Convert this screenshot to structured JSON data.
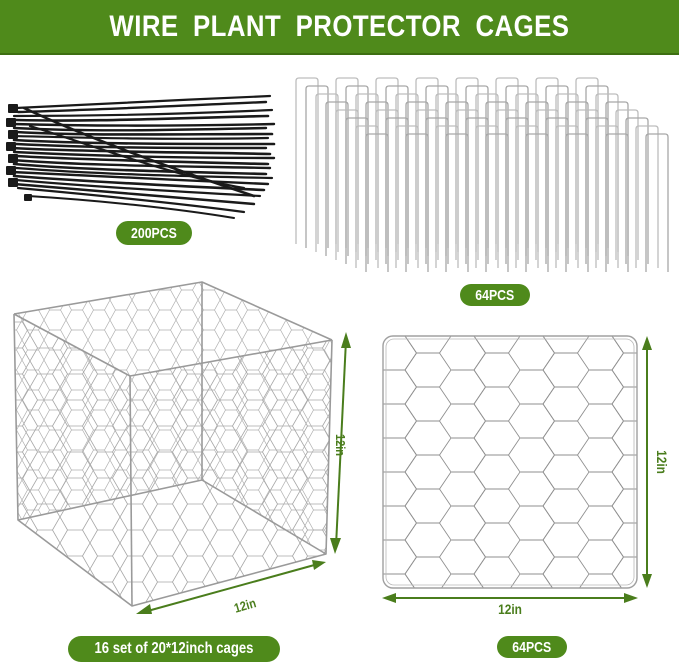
{
  "banner": {
    "title": "WIRE PLANT PROTECTOR CAGES",
    "background_color": "#4f8a1b",
    "text_color": "#ffffff"
  },
  "components": [
    {
      "id": "zip-ties",
      "item": "black cable zip ties",
      "icon": "zip-ties-icon",
      "quantity_label": "200PCS"
    },
    {
      "id": "garden-stakes",
      "item": "U-shaped garden stakes",
      "icon": "garden-stake-icon",
      "quantity_label": "64PCS"
    },
    {
      "id": "assembled-cage",
      "item": "assembled hexagonal wire cage",
      "icon": "wire-cage-icon",
      "width_label": "12in",
      "height_label": "12in",
      "caption": "16 set of 20*12inch cages"
    },
    {
      "id": "flat-panel",
      "item": "flat hexagonal wire panel",
      "icon": "wire-panel-icon",
      "width_label": "12in",
      "height_label": "12in",
      "quantity_label": "64PCS"
    }
  ],
  "colors": {
    "accent_green": "#4f8a1b",
    "dimension_green": "#4a7d1c",
    "wire_gray": "#9a9a9a",
    "zip_tie_black": "#1a1a1a"
  }
}
